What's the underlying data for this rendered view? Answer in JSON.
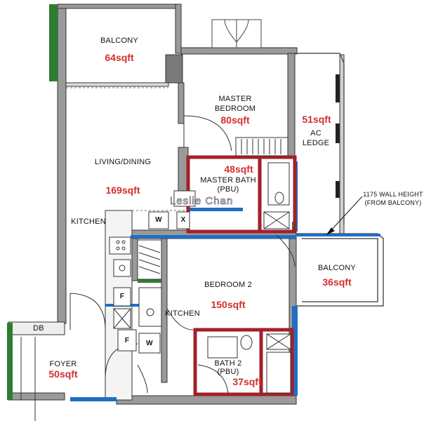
{
  "accent_color": "#d32f2f",
  "wall_colors": {
    "grey": "#9a9a9a",
    "blue": "#1e6fc4",
    "red": "#a3202a",
    "green": "#2e7d32"
  },
  "watermark": "Leslie Chan",
  "rooms": {
    "balcony_top": {
      "name": "BALCONY",
      "area": "64sqft"
    },
    "master_bedroom": {
      "name_line1": "MASTER",
      "name_line2": "BEDROOM",
      "area": "80sqft"
    },
    "ac_ledge": {
      "area": "51sqft",
      "name_line1": "AC",
      "name_line2": "LEDGE"
    },
    "living_dining": {
      "name": "LIVING/DINING",
      "area": "169sqft"
    },
    "master_bath": {
      "area": "48sqft",
      "name_line1": "MASTER BATH",
      "name_line2": "(PBU)"
    },
    "kitchen_upper": {
      "name": "KITCHEN"
    },
    "bedroom_2": {
      "name": "BEDROOM 2",
      "area": "150sqft"
    },
    "kitchen_lower": {
      "name": "KITCHEN"
    },
    "balcony_right": {
      "name": "BALCONY",
      "area": "36sqft"
    },
    "bath_2": {
      "name_line1": "BATH 2",
      "name_line2": "(PBU)",
      "area": "37sqft"
    },
    "foyer": {
      "name": "FOYER",
      "area": "50sqft"
    },
    "db": {
      "name": "DB"
    }
  },
  "annotations": {
    "wall_height_line1": "1175 WALL HEIGHT",
    "wall_height_line2": "(FROM BALCONY)"
  },
  "fixtures": {
    "w_upper": "W",
    "x_upper": "X",
    "f_upper": "F",
    "w_lower": "W",
    "f_lower": "F"
  }
}
